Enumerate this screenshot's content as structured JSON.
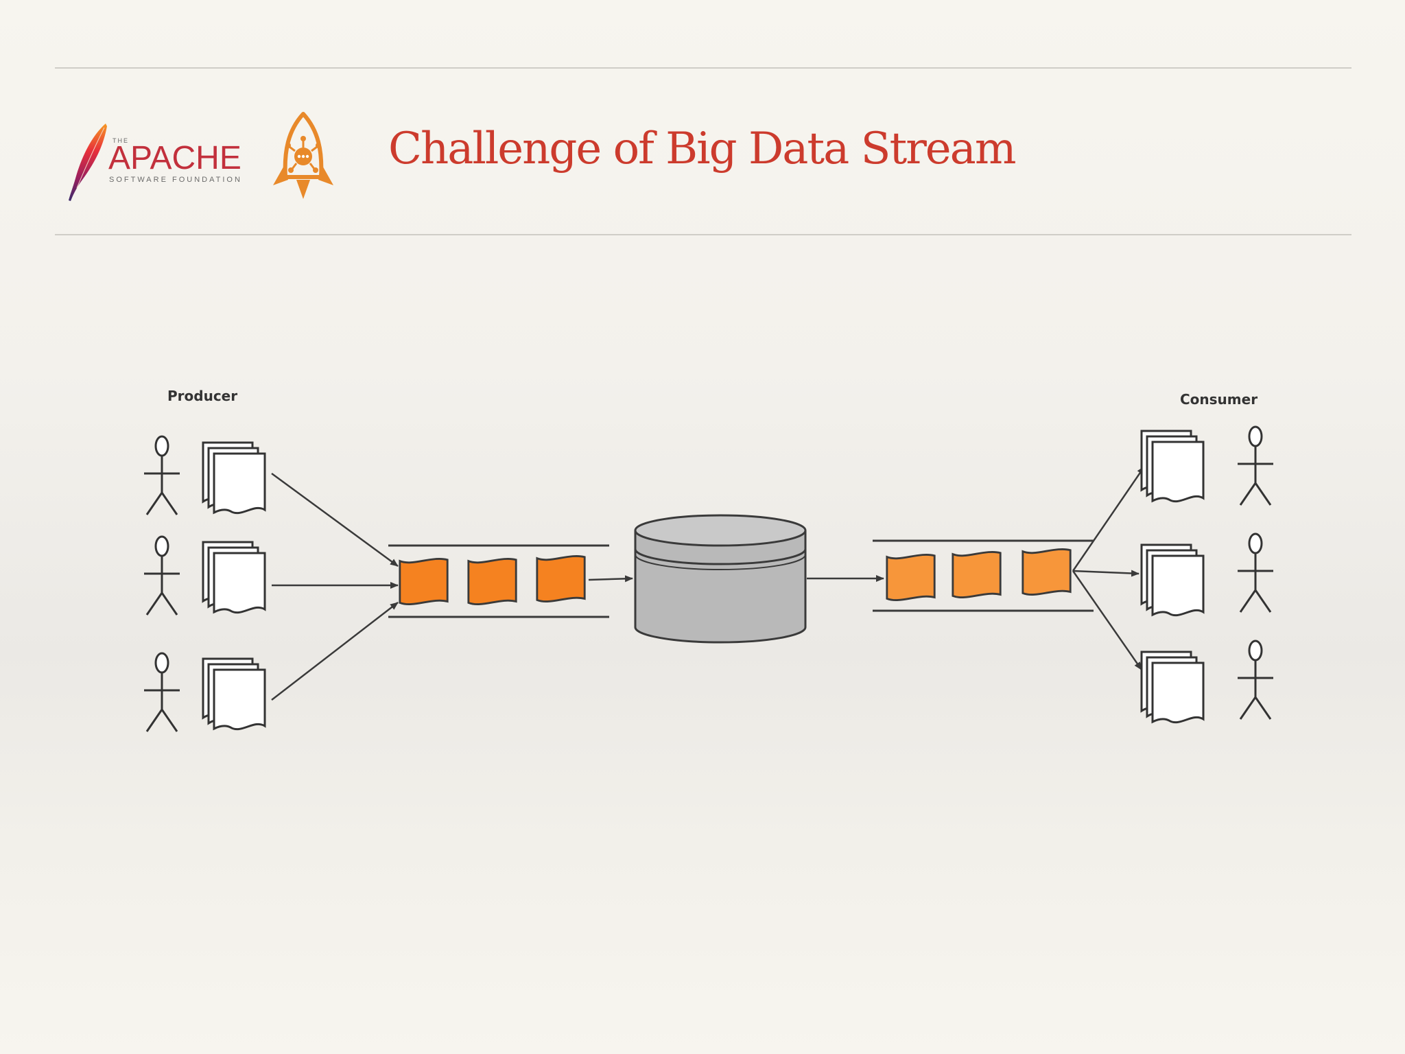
{
  "slide": {
    "title": "Challenge of Big Data Stream"
  },
  "logos": {
    "apache": {
      "the": "THE",
      "name": "APACHE",
      "sub": "SOFTWARE FOUNDATION"
    },
    "rocket": "rocket-icon"
  },
  "diagram": {
    "producer_label": "Producer",
    "consumer_label": "Consumer",
    "producer_count": 3,
    "consumer_count": 3,
    "inbound_queue_messages": 3,
    "outbound_queue_messages": 3,
    "colors": {
      "message_in": "#f58220",
      "message_out": "#f7963a",
      "storage": "#b9b9b9",
      "line": "#3a3a3a"
    }
  }
}
